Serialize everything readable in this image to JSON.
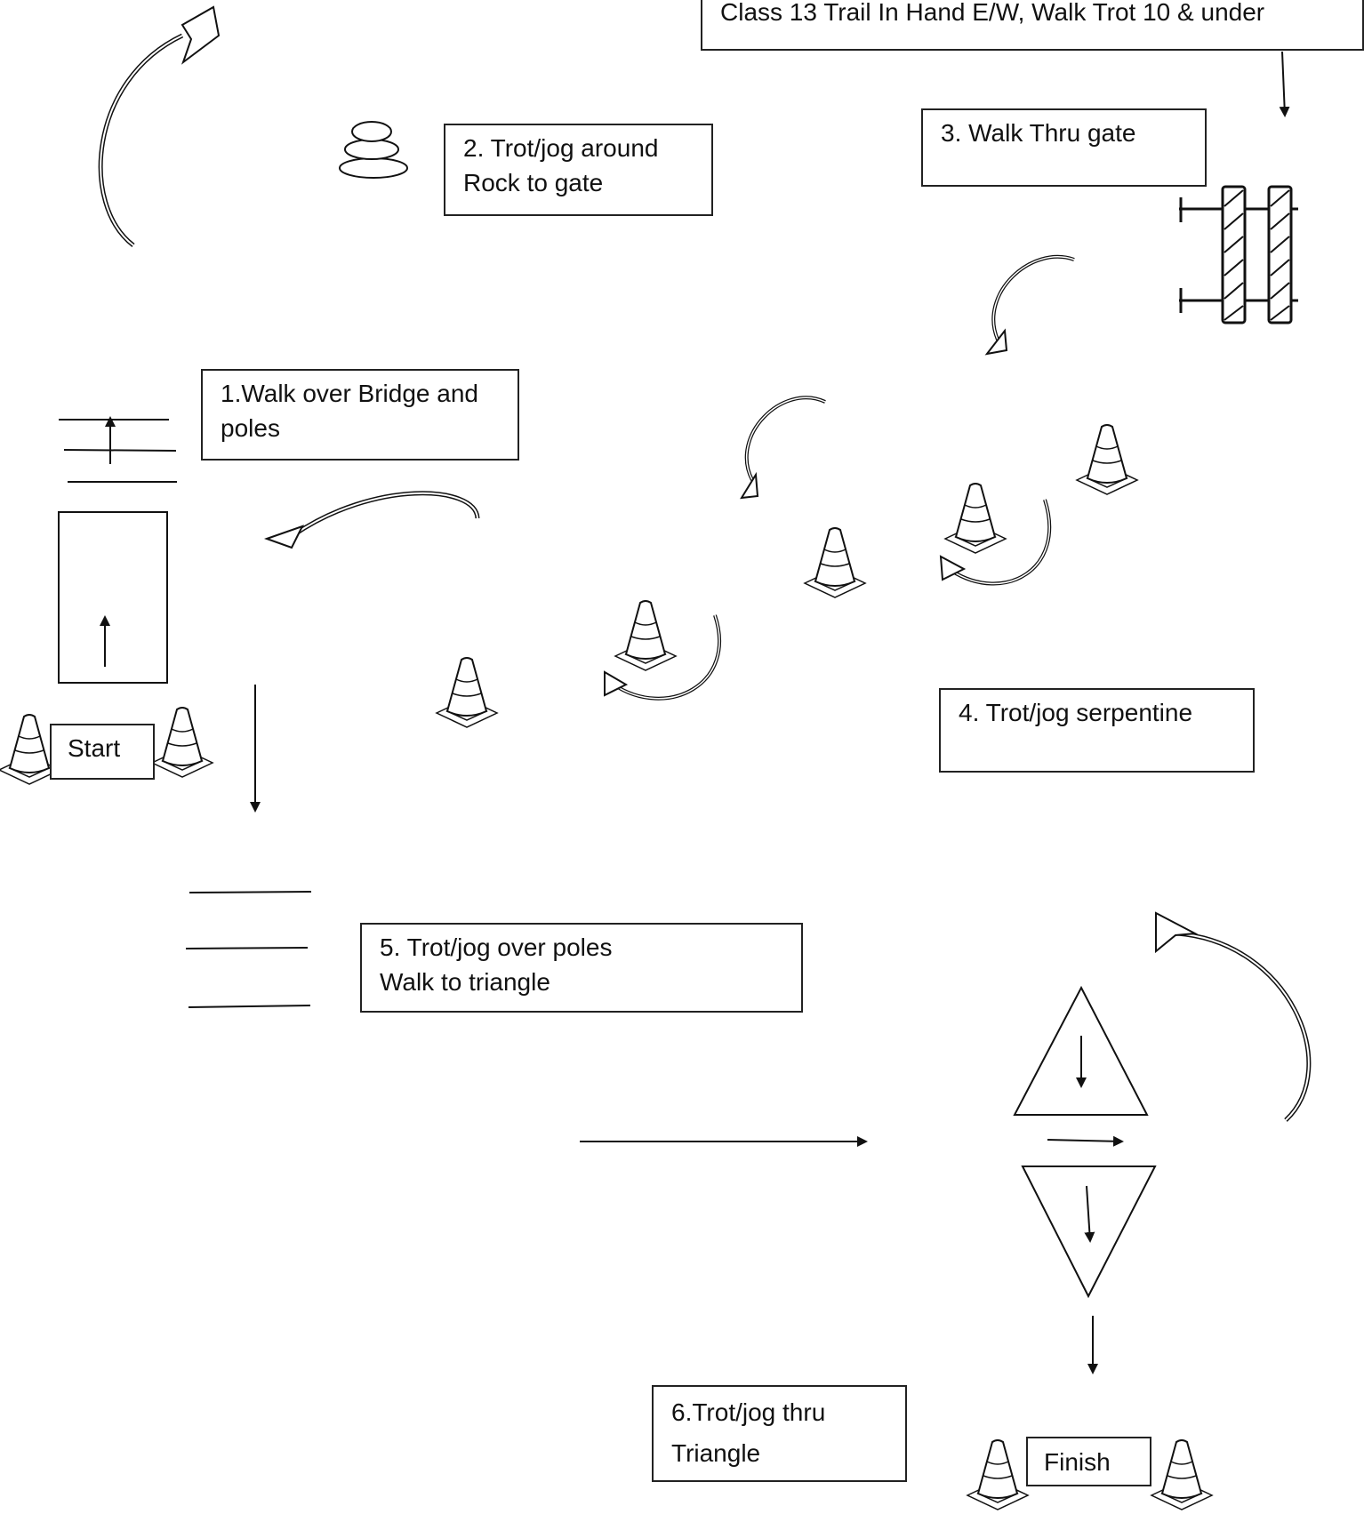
{
  "title": "Class 13 Trail In Hand E/W, Walk Trot 10 & under",
  "steps": [
    {
      "lines": [
        "1.Walk over Bridge and",
        "poles"
      ]
    },
    {
      "lines": [
        "2. Trot/jog around",
        "Rock to gate"
      ]
    },
    {
      "lines": [
        "3. Walk Thru gate"
      ]
    },
    {
      "lines": [
        "4. Trot/jog serpentine"
      ]
    },
    {
      "lines": [
        "5. Trot/jog over poles",
        "Walk to triangle"
      ]
    },
    {
      "lines": [
        "6.Trot/jog thru",
        "Triangle"
      ]
    }
  ],
  "start_label": "Start",
  "finish_label": "Finish",
  "obstacles": [
    "bridge",
    "poles",
    "rock",
    "gate",
    "cones",
    "triangle"
  ],
  "colors": {
    "ink": "#111111",
    "arrow_fill": "#bbbbbb"
  }
}
